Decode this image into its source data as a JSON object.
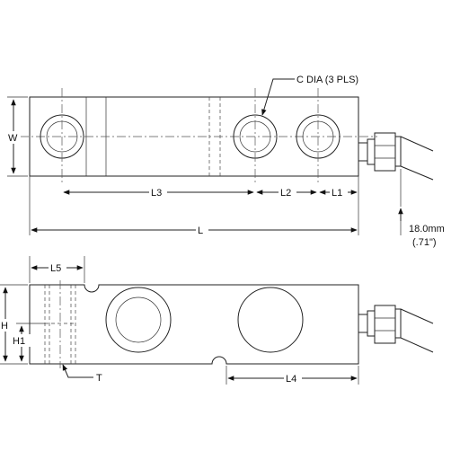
{
  "labels": {
    "hole_callout": "C DIA (3 PLS)",
    "width": "W",
    "length_l3": "L3",
    "length_l2": "L2",
    "length_l1": "L1",
    "length_total": "L",
    "cable_mm": "18.0mm",
    "cable_in": "(.71\")",
    "length_l5": "L5",
    "height": "H",
    "height_h1": "H1",
    "thread": "T",
    "length_l4": "L4"
  }
}
